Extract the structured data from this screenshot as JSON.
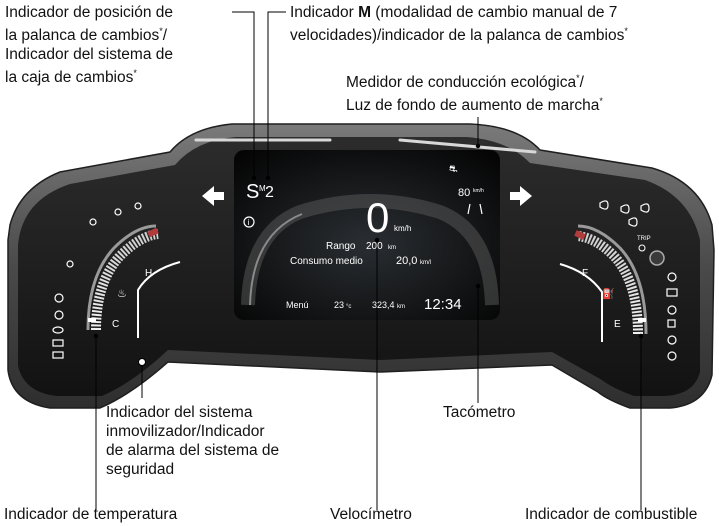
{
  "callouts": {
    "gear_position": {
      "line1": "Indicador de posición de",
      "line2": "la palanca de cambios",
      "line2_suffix": "/",
      "line3": "Indicador del sistema de",
      "line4": "la caja de cambios"
    },
    "m_indicator": {
      "prefix": "Indicador ",
      "bold": "M",
      "line1_rest": " (modalidad de cambio manual de 7",
      "line2": "velocidades)/indicador de la palanca de cambios"
    },
    "eco": {
      "line1": "Medidor de conducción ecológica",
      "line1_suffix": "/",
      "line2": "Luz de fondo de aumento de marcha"
    },
    "immobilizer": {
      "line1": "Indicador del sistema",
      "line2": "inmovilizador/Indicador",
      "line3": "de alarma del sistema de",
      "line4": "seguridad"
    },
    "tachometer": "Tacómetro",
    "temperature": "Indicador de temperatura",
    "speedometer": "Velocímetro",
    "fuel": "Indicador de combustible",
    "asterisk": "*"
  },
  "display": {
    "gear_letter": "S",
    "gear_m": "M",
    "gear_number": "2",
    "speed": "0",
    "speed_unit": "km/h",
    "range_label": "Rango",
    "range_value": "200",
    "range_unit": "km",
    "consumption_label": "Consumo medio",
    "consumption_value": "20,0",
    "consumption_unit": "km/l",
    "limit_value": "80",
    "limit_unit": "km/h",
    "menu_label": "Menú",
    "temp_value": "23",
    "temp_unit": "°c",
    "odometer_value": "323,4",
    "odometer_unit": "km",
    "clock": "12:34"
  },
  "gauges": {
    "temp_high": "H",
    "temp_low": "C",
    "fuel_full": "F",
    "fuel_empty": "E"
  },
  "icons": {
    "left_column": [
      "tpms-icon",
      "brake-warning-icon",
      "oil-pressure-icon",
      "engine-check-icon",
      "battery-icon"
    ],
    "left_top": [
      "vsa-off-icon",
      "vsa-icon",
      "seatbelt-icon",
      "airbag-icon"
    ],
    "right_column": [
      "brake-hold-icon",
      "auto-hold-icon",
      "fuel-icon",
      "low-fuel-icon",
      "warning-icon"
    ],
    "right_top": [
      "high-beam-icon",
      "low-beam-icon",
      "fog-light-icon",
      "rear-fog-icon"
    ],
    "trip_knob": "TRIP"
  },
  "colors": {
    "background": "#ffffff",
    "cluster_bezel": "#5a5a5a",
    "cluster_face": "#222222",
    "display_bg": "#0c0c0c"
  }
}
